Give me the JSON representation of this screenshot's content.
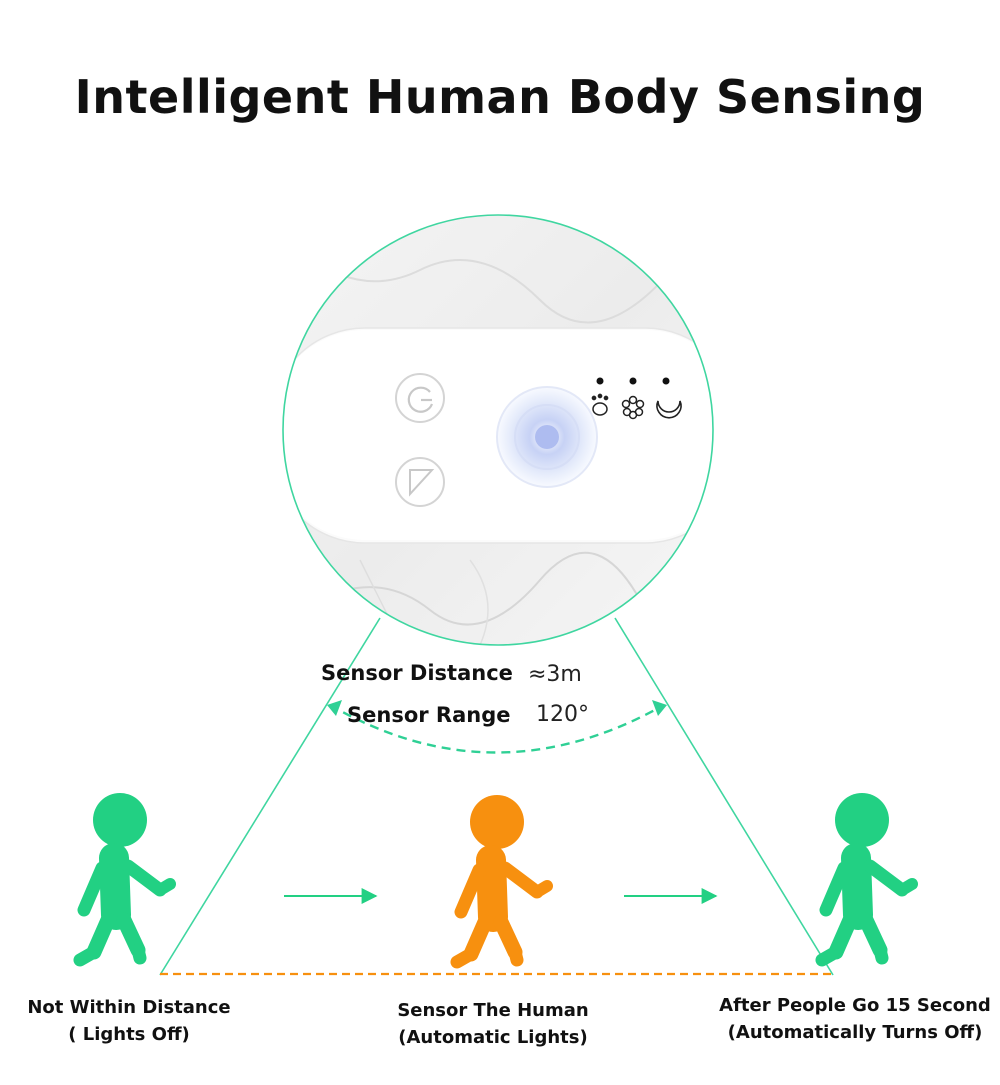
{
  "title": "Intelligent Human Body Sensing",
  "sensor_distance": {
    "label": "Sensor Distance",
    "value": "≈3m"
  },
  "sensor_range": {
    "label": "Sensor Range",
    "value": "120°"
  },
  "states": [
    {
      "line1": "Not Within Distance",
      "line2": "( Lights Off)",
      "figure_color": "#22d083"
    },
    {
      "line1": "Sensor The Human",
      "line2": "(Automatic Lights)",
      "figure_color": "#f7900f"
    },
    {
      "line1": "After People Go 15 Second",
      "line2": "(Automatically Turns Off)",
      "figure_color": "#22d083"
    }
  ],
  "device_icons": [
    "pet-icon",
    "flower-icon",
    "moon-icon",
    "power-button-icon",
    "play-button-icon"
  ],
  "colors": {
    "accent_green": "#22d083",
    "accent_orange": "#f7900f",
    "range_arc": "#2fd095"
  }
}
